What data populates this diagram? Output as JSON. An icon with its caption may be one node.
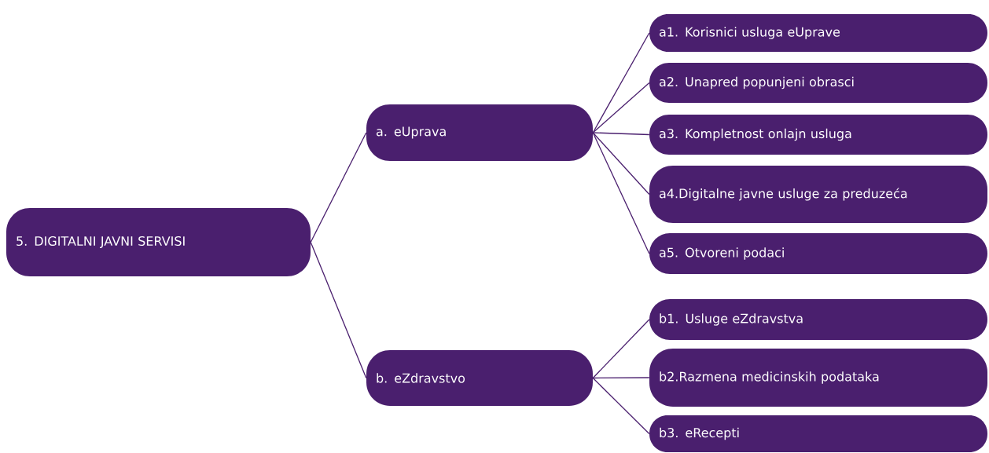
{
  "diagram": {
    "nodes": [
      {
        "text": [
          "5. DIGITALNI JAVNI SERVISI"
        ]
      },
      {
        "text": [
          "a. eUprava"
        ]
      },
      {
        "text": [
          "a1. Korisnici usluga eUprave"
        ]
      },
      {
        "text": [
          "a2. Unapred popunjeni obrasci"
        ]
      },
      {
        "text": [
          "a3. Kompletnost onlajn usluga"
        ]
      },
      {
        "text": [
          "a4.Digitalne javne usluge za preduzeća"
        ]
      },
      {
        "text": [
          "a5. Otvoreni podaci"
        ]
      },
      {
        "text": [
          "b. eZdravstvo"
        ]
      },
      {
        "text": [
          "b1. Usluge eZdravstva"
        ]
      },
      {
        "text": [
          "b2.Razmena medicinskih podataka"
        ]
      },
      {
        "text": [
          "b3. eRecepti"
        ]
      }
    ],
    "edges": [
      {
        "from": 0,
        "to": 1,
        "arrow": "none"
      },
      {
        "from": 0,
        "to": 7,
        "arrow": "none"
      },
      {
        "from": 1,
        "to": 2,
        "arrow": "none"
      },
      {
        "from": 1,
        "to": 3,
        "arrow": "none"
      },
      {
        "from": 1,
        "to": 4,
        "arrow": "none"
      },
      {
        "from": 1,
        "to": 5,
        "arrow": "none"
      },
      {
        "from": 1,
        "to": 6,
        "arrow": "none"
      },
      {
        "from": 7,
        "to": 8,
        "arrow": "none"
      },
      {
        "from": 7,
        "to": 9,
        "arrow": "none"
      },
      {
        "from": 7,
        "to": 10,
        "arrow": "none"
      }
    ]
  }
}
